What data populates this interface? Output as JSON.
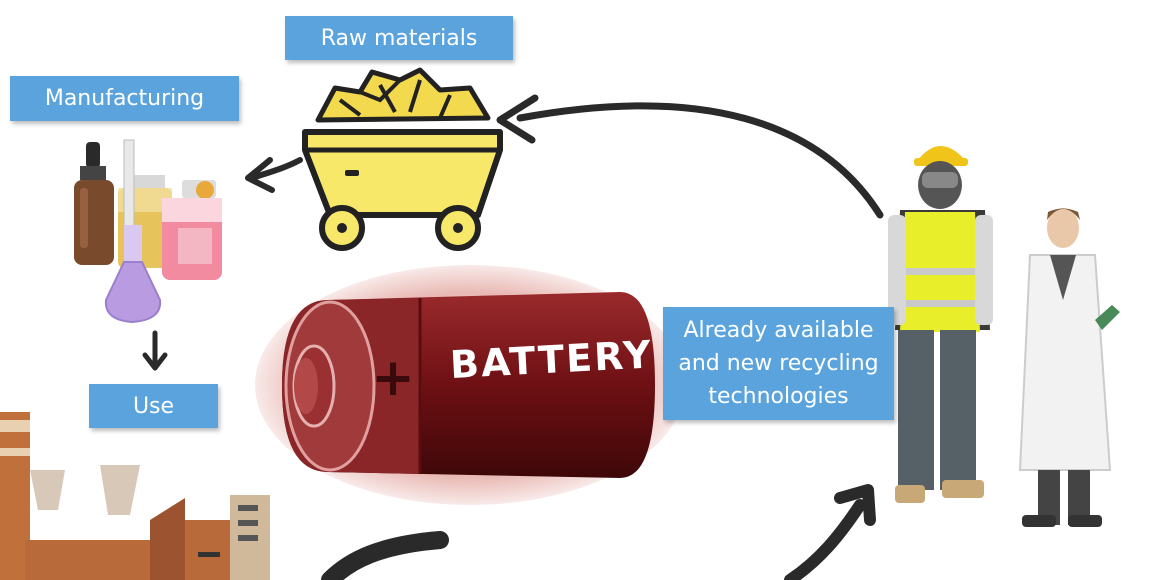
{
  "labels": {
    "raw_materials": "Raw materials",
    "manufacturing": "Manufacturing",
    "use": "Use",
    "recycling": [
      "Already available",
      "and new recycling",
      "technologies"
    ]
  },
  "battery": {
    "text": "BATTERY",
    "plus": "+"
  },
  "colors": {
    "label_bg": "#5aa3dd",
    "battery_red": "#7a1418",
    "cart_yellow": "#f7e86a",
    "vest_yellow": "#e8ef2a"
  }
}
